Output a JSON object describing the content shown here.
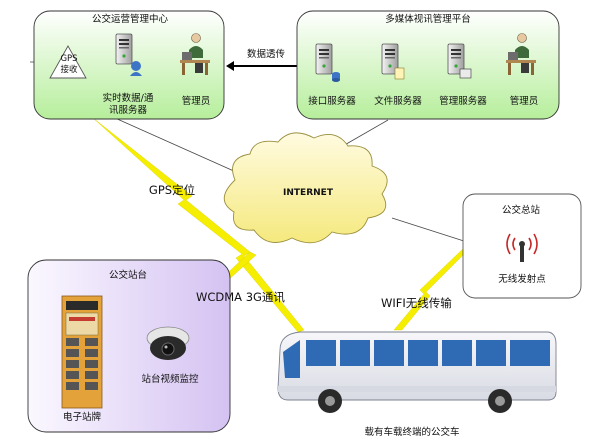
{
  "ops_center": {
    "title": "公交运营管理中心",
    "gps_receive_line1": "GPS",
    "gps_receive_line2": "接收",
    "realtime_server_line1": "实时数据/通",
    "realtime_server_line2": "讯服务器",
    "admin": "管理员"
  },
  "data_transfer": "数据透传",
  "media_platform": {
    "title": "多媒体视讯管理平台",
    "interface_server": "接口服务器",
    "file_server": "文件服务器",
    "mgmt_server": "管理服务器",
    "admin": "管理员"
  },
  "internet": "INTERNET",
  "gps_positioning": "GPS定位",
  "bus_depot": {
    "title": "公交总站",
    "wireless_ap": "无线发射点"
  },
  "bus_stop": {
    "title": "公交站台",
    "e_sign": "电子站牌",
    "video_monitor": "站台视频监控"
  },
  "wcdma_label": "WCDMA 3G通讯",
  "wifi_label": "WIFI无线传输",
  "bus_caption": "载有车载终端的公交车",
  "colors": {
    "panel_green_top": "#ffffff",
    "panel_green_bottom": "#b9ef9f",
    "panel_purple": "#ddcff5",
    "cloud_yellow": "#fbf3a7",
    "lightning": "#f6f000",
    "bus_blue": "#2f6bb5"
  }
}
